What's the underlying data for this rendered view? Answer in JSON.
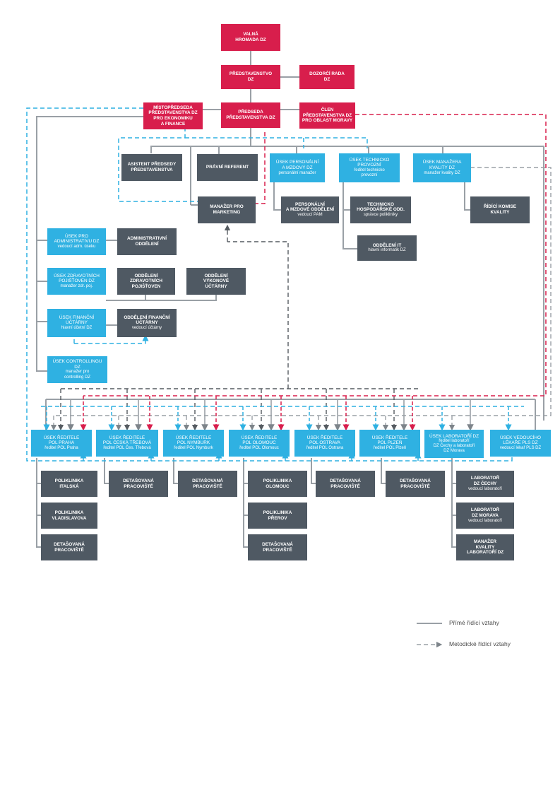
{
  "colors": {
    "red": "#d81e4c",
    "gray": "#4f5963",
    "blue": "#2fb1e2",
    "line_gray": "#9aa0a6",
    "line_dark": "#555b61"
  },
  "top": {
    "valna": "VALNÁ\nHROMADA DZ",
    "predstavenstvo": "PŘEDSTAVENSTVO\nDZ",
    "dozorci": "DOZORČÍ RADA\nDZ",
    "mistopredseda": "MÍSTOPŘEDSEDA\nPŘEDSTAVENSTVA DZ\nPRO EKONOMIKU\nA FINANCE",
    "predseda": "PŘEDSEDA\nPŘEDSTAVENSTVA DZ",
    "clen": "ČLEN\nPŘEDSTAVENSTVA DZ\nPRO OBLAST MORAVY"
  },
  "staff": {
    "asistent": "ASISTENT PŘEDSEDY\nPŘEDSTAVENSTVA",
    "pravni": "PRÁVNÍ REFERENT",
    "marketing": "MANAŽER PRO\nMARKETING"
  },
  "useky": {
    "personalni": {
      "title": "ÚSEK PERSONÁLNÍ\nA MZDOVÝ DZ",
      "sub": "personální manažer"
    },
    "technicko": {
      "title": "ÚSEK TECHNICKO\nPROVOZNÍ",
      "sub": "ředitel technicko\nprovozní"
    },
    "kvalita": {
      "title": "ÚSEK MANAŽERA\nKVALITY DZ",
      "sub": "manažer kvality DZ"
    },
    "admin": {
      "title": "ÚSEK PRO\nADMINISTRATIVU DZ",
      "sub": "vedoucí adm. úseku"
    },
    "zdravotni": {
      "title": "ÚSEK ZDRAVOTNÍCH\nPOJIŠŤOVEN DZ",
      "sub": "manažer zdr. poj."
    },
    "financni": {
      "title": "ÚSEK FINANČNÍ\nÚČTÁRNY",
      "sub": "hlavní účetní DZ"
    },
    "controlling": {
      "title": "ÚSEK CONTROLLINGU\nDZ",
      "sub": "manažer pro\ncontrolling DZ"
    }
  },
  "departments": {
    "pam": {
      "title": "PERSONÁLNÍ\nA MZDOVÉ ODDĚLENÍ",
      "sub": "vedoucí PAM"
    },
    "thodd": {
      "title": "TECHNICKO\nHOSPODÁŘSKÉ ODD.",
      "sub": "správce polikliniky"
    },
    "it": {
      "title": "ODDĚLENÍ IT",
      "sub": "hlavní informatik DZ"
    },
    "ridici_komise": "ŘÍDÍCÍ KOMISE\nKVALITY",
    "admin_odd": "ADMINISTRATIVNÍ\nODDĚLENÍ",
    "odd_zdrav": "ODDĚLENÍ\nZDRAVOTNÍCH\nPOJIŠŤOVEN",
    "odd_vykon": "ODDĚLENÍ\nVÝKONOVÉ\nÚČTÁRNY",
    "odd_fin": {
      "title": "ODDĚLENÍ FINANČNÍ\nÚČTÁRNY",
      "sub": "vedoucí účtárny"
    }
  },
  "branches": [
    {
      "title": "ÚSEK ŘEDITELE\nPOL PRAHA",
      "sub": "ředitel POL Praha"
    },
    {
      "title": "ÚSEK ŘEDITELE\nPOL ČESKÁ TŘEBOVÁ",
      "sub": "ředitel POL Čes. Třebová"
    },
    {
      "title": "ÚSEK ŘEDITELE\nPOL NYMBURK",
      "sub": "ředitel POL Nymburk"
    },
    {
      "title": "ÚSEK ŘEDITELE\nPOL OLOMOUC",
      "sub": "ředitel POL Olomouc"
    },
    {
      "title": "ÚSEK ŘEDITELE\nPOL OSTRAVA",
      "sub": "ředitel POL Ostrava"
    },
    {
      "title": "ÚSEK ŘEDITELE\nPOL PLZEŇ",
      "sub": "ředitel POL Plzeň"
    },
    {
      "title": "ÚSEK LABORATOŘÍ DZ",
      "sub": "ředitel laboratoří\nDZ Čechy a laboratoří\nDZ Morava"
    },
    {
      "title": "ÚSEK VEDOUCÍHO\nLÉKAŘE PLS DZ",
      "sub": "vedoucí lékař PLS DZ"
    }
  ],
  "sub_units": {
    "italska": "POLIKLINIKA\nITALSKÁ",
    "vladislavova": "POLIKLINIKA\nVLADISLAVOVA",
    "detasovana": "DETAŠOVANÁ\nPRACOVIŠTĚ",
    "olomouc": "POLIKLINIKA\nOLOMOUC",
    "prerov": "POLIKLINIKA\nPŘEROV",
    "lab_cechy": {
      "title": "LABORATOŘ\nDZ ČECHY",
      "sub": "vedoucí laboratoří"
    },
    "lab_morava": {
      "title": "LABORATOŘ\nDZ MORAVA",
      "sub": "vedoucí laboratoří"
    },
    "lab_manazer": "MANAŽER\nKVALITY\nLABORATOŘÍ DZ"
  },
  "legend": {
    "direct": "Přímé řídící vztahy",
    "method": "Metodické řídící vztahy"
  }
}
